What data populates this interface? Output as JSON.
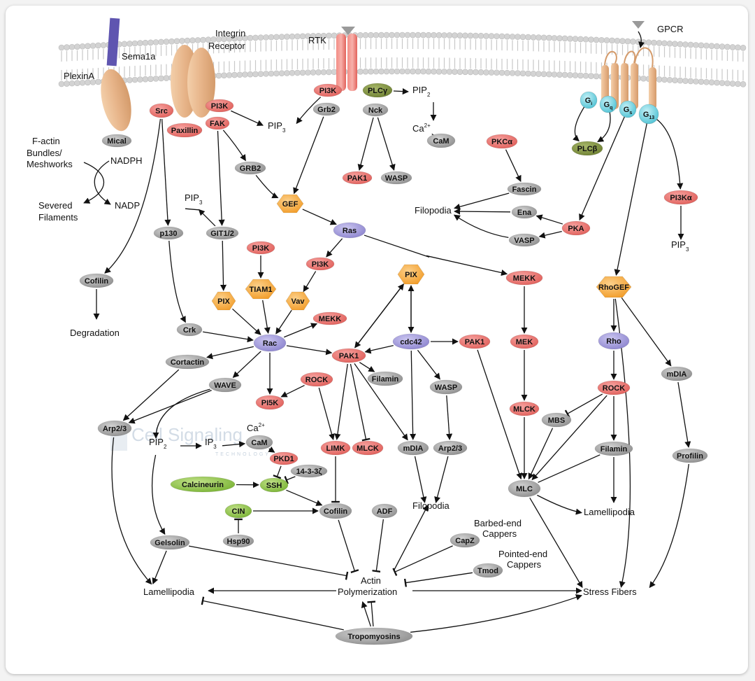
{
  "colors": {
    "red": "#ec6f6a",
    "gray": "#9a9a9a",
    "purple": "#9b93d6",
    "orange": "#f7ad46",
    "green": "#8dc04a",
    "olive": "#7c8f3c",
    "cyan": "#6fd1e0",
    "membrane": "#cfcfcf"
  },
  "labels": {
    "sema1a": "Sema1a",
    "plexina": "PlexinA",
    "integrin": "Integrin",
    "receptor": "Receptor",
    "rtk": "RTK",
    "gpcr": "GPCR",
    "factin1": "F-actin",
    "factin2": "Bundles/",
    "factin3": "Meshworks",
    "nadph": "NADPH",
    "nadp": "NADP",
    "severed1": "Severed",
    "severed2": "Filaments",
    "pip2_top": "PIP",
    "pip2_top_sub": "2",
    "pip3_a": "PIP",
    "pip3_a_sub": "3",
    "ca": "Ca",
    "ca_sup": "2+",
    "pip3_b": "PIP",
    "pip3_b_sub": "3",
    "filopodia_a": "Filopodia",
    "pip3_c": "PIP",
    "pip3_c_sub": "3",
    "degradation": "Degradation",
    "ca2": "Ca",
    "ca2_sup": "2+",
    "pip2_mid": "PIP",
    "pip2_mid_sub": "2",
    "ip3": "IP",
    "ip3_sub": "3",
    "filopodia_b": "Filopodia",
    "lamellipodia_r": "Lamellipodia",
    "barbed1": "Barbed-end",
    "barbed2": "Cappers",
    "pointed1": "Pointed-end",
    "pointed2": "Cappers",
    "actin1": "Actin",
    "actin2": "Polymerization",
    "lamellipodia_l": "Lamellipodia",
    "stress": "Stress Fibers",
    "watermark": "Cell Signaling",
    "watermark2": "TECHNOLOGY"
  },
  "nodes": {
    "mical": "Mical",
    "src": "Src",
    "paxillin": "Paxillin",
    "pi3k_int": "PI3K",
    "fak": "FAK",
    "pi3k_rtk": "PI3K",
    "grb2_rtk": "Grb2",
    "plcg": "PLCγ",
    "nck": "Nck",
    "cam_top": "CaM",
    "pak1_nck": "PAK1",
    "wasp_nck": "WASP",
    "gi": "G",
    "gi_sub": "i",
    "gq": "G",
    "gq_sub": "q",
    "gs": "G",
    "gs_sub": "s",
    "g13": "G",
    "g13_sub": "13",
    "plcb": "PLCβ",
    "pkca": "PKCα",
    "fascin": "Fascin",
    "ena": "Ena",
    "vasp": "VASP",
    "pka": "PKA",
    "pi3ka": "PI3Kα",
    "grb2": "GRB2",
    "gef": "GEF",
    "ras": "Ras",
    "p130": "p130",
    "git12": "GIT1/2",
    "pi3k_t1": "PI3K",
    "pi3k_t2": "PI3K",
    "tiam1": "TIAM1",
    "pix_l": "PIX",
    "vav": "Vav",
    "cofilin_l": "Cofilin",
    "crk": "Crk",
    "rac": "Rac",
    "mekk_rac": "MEKK",
    "pix_c": "PIX",
    "cdc42": "cdc42",
    "pak1_c": "PAK1",
    "pak1_r": "PAK1",
    "mekk": "MEKK",
    "mek": "MEK",
    "mlck_r": "MLCK",
    "rhogef": "RhoGEF",
    "rho": "Rho",
    "rock_r": "ROCK",
    "mbs": "MBS",
    "filamin_r": "Filamin",
    "mdia_r": "mDIA",
    "profilin": "Profilin",
    "mlc": "MLC",
    "cortactin": "Cortactin",
    "wave": "WAVE",
    "pi5k": "PI5K",
    "rock_c": "ROCK",
    "filamin_c": "Filamin",
    "wasp_c": "WASP",
    "arp23_l": "Arp2/3",
    "cam_mid": "CaM",
    "pkd1": "PKD1",
    "p1433": "14-3-3ζ",
    "limk": "LIMK",
    "mlck_c": "MLCK",
    "mdia_c": "mDIA",
    "arp23_c": "Arp2/3",
    "calcineurin": "Calcineurin",
    "ssh": "SSH",
    "cin": "CIN",
    "cofilin_c": "Cofilin",
    "adf": "ADF",
    "hsp90": "Hsp90",
    "gelsolin": "Gelsolin",
    "capz": "CapZ",
    "tmod": "Tmod",
    "tropomyosins": "Tropomyosins"
  }
}
